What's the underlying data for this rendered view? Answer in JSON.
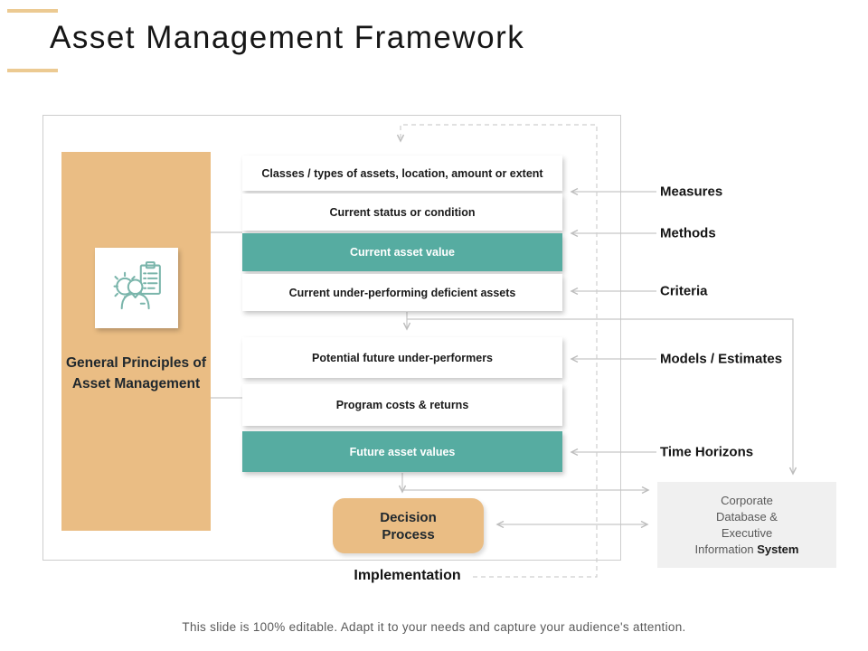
{
  "slide": {
    "title": "Asset Management Framework",
    "implementation_label": "Implementation",
    "footer": "This slide is 100% editable. Adapt it to your needs and capture your audience's attention."
  },
  "colors": {
    "tan": "#eabd84",
    "teal": "#56aca1",
    "gray_box": "#f0f0f0",
    "connector_line": "#c6c6c6",
    "text_dark": "#1a1a1a",
    "text_gray": "#595959"
  },
  "left_panel": {
    "icon": "gear-person-clipboard-icon",
    "label": "General Principles of Asset Management"
  },
  "process_boxes": [
    {
      "label": "Classes / types of assets, location, amount or extent",
      "variant": "white"
    },
    {
      "label": "Current status or condition",
      "variant": "white"
    },
    {
      "label": "Current asset value",
      "variant": "teal"
    },
    {
      "label": "Current under-performing deficient assets",
      "variant": "white"
    },
    {
      "label": "Potential future under-performers",
      "variant": "white"
    },
    {
      "label": "Program costs & returns",
      "variant": "white"
    },
    {
      "label": "Future asset values",
      "variant": "teal"
    }
  ],
  "right_labels": [
    "Measures",
    "Methods",
    "Criteria",
    "Models / Estimates",
    "Time Horizons"
  ],
  "decision_box": {
    "line1": "Decision",
    "line2": "Process"
  },
  "database_box": {
    "line1": "Corporate",
    "line2": "Database &",
    "line3": "Executive",
    "line4_regular": "Information ",
    "line4_bold": "System"
  }
}
